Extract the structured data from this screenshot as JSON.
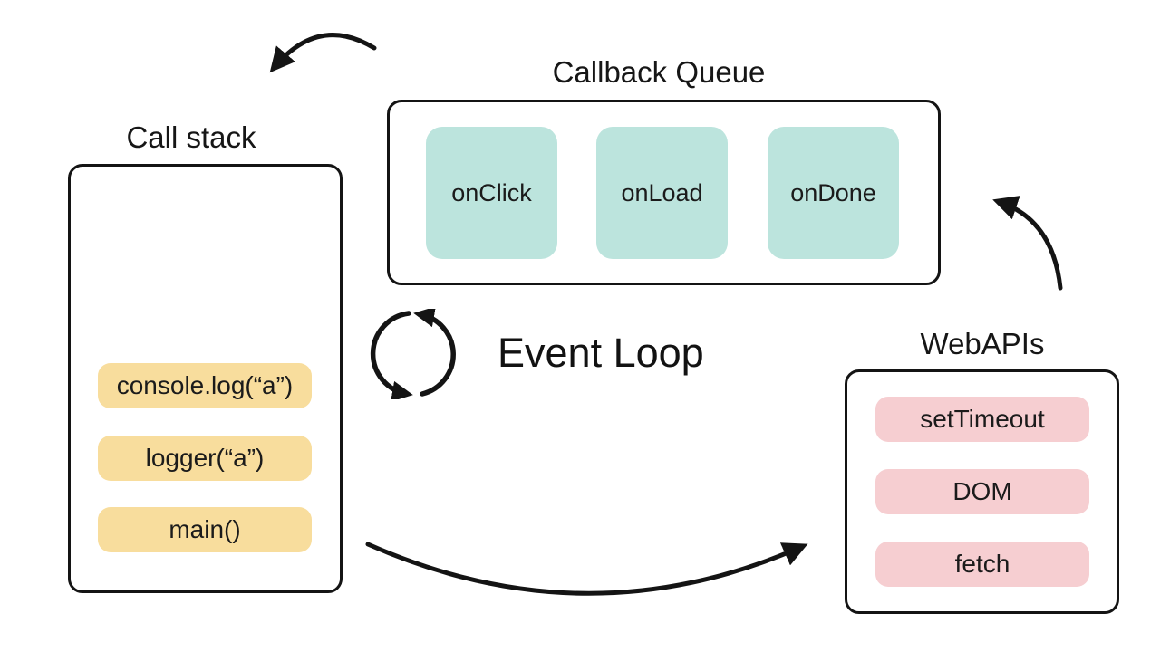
{
  "diagram": {
    "event_loop_label": "Event Loop",
    "call_stack": {
      "title": "Call stack",
      "items": [
        "console.log(“a”)",
        "logger(“a”)",
        "main()"
      ]
    },
    "callback_queue": {
      "title": "Callback Queue",
      "items": [
        "onClick",
        "onLoad",
        "onDone"
      ]
    },
    "web_apis": {
      "title": "WebAPIs",
      "items": [
        "setTimeout",
        "DOM",
        "fetch"
      ]
    },
    "icons": {
      "event_loop": "cycle-arrows-icon",
      "arrow_top_left": "curved-arrow-callback-queue-to-call-stack",
      "arrow_right": "curved-arrow-webapis-to-callback-queue",
      "arrow_bottom": "curved-arrow-call-stack-to-webapis"
    },
    "colors": {
      "call_stack_item": "#F8DD9D",
      "callback_queue_item": "#BCE4DD",
      "web_apis_item": "#F6CED1",
      "stroke": "#141414",
      "background": "#FFFFFF"
    }
  }
}
